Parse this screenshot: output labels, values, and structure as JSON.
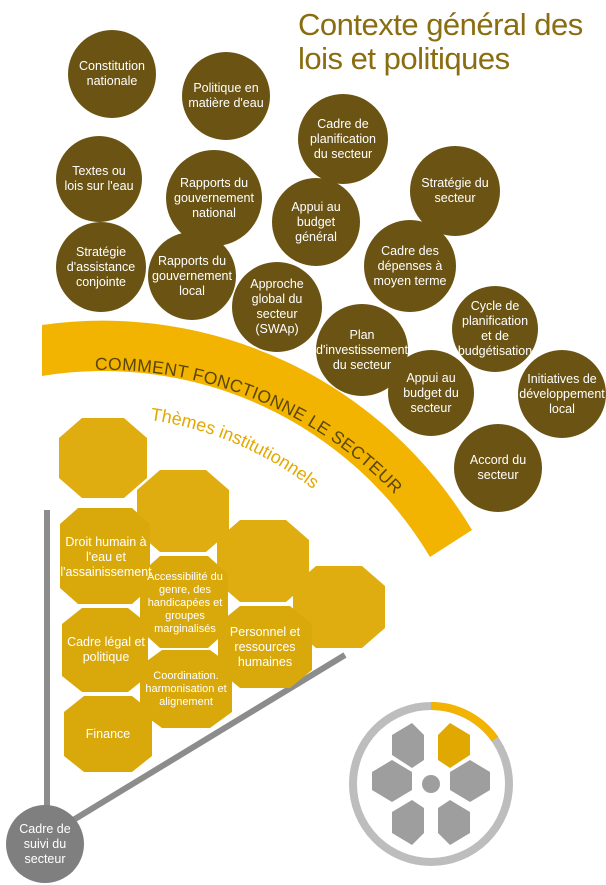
{
  "title": {
    "line1": "Contexte général des",
    "line2": "lois et politiques"
  },
  "banner": {
    "text": "COMMENT FONCTIONNE LE SECTEUR"
  },
  "themes_label": "Thèmes institutionnels",
  "circles": [
    "Constitution nationale",
    "Politique en matière d'eau",
    "Cadre de planification du secteur",
    "Textes ou lois sur l'eau",
    "Rapports du gouvernement national",
    "Stratégie du secteur",
    "Appui au budget général",
    "Stratégie d'assistance conjointe",
    "Rapports du gouvernement local",
    "Cadre des dépenses à moyen terme",
    "Approche global du secteur (SWAp)",
    "Cycle de planification et de budgétisation",
    "Plan d'investissement du secteur",
    "Appui au budget du secteur",
    "Initiatives de développement local",
    "Accord du secteur"
  ],
  "hexagons": [
    "Droit humain à l'eau et l'assainissement",
    "Accessibilité du genre, des handicapées et groupes marginalisés",
    "Cadre légal et politique",
    "Personnel et ressources humaines",
    "Coordination. harmonisation et alignement",
    "Finance"
  ],
  "monitoring": "Cadre de suivi du secteur",
  "colors": {
    "title": "#8a6d10",
    "circle_fill": "#6b5413",
    "banner": "#f2b400",
    "banner_text": "#5a4608",
    "hex_fill": "#d9a90c",
    "hex_empty": "#e3b420",
    "grey": "#8c8c8c",
    "grey_light": "#bdbdbd"
  }
}
